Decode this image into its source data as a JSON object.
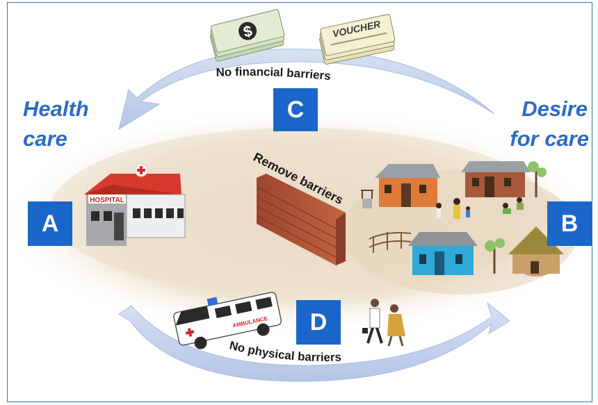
{
  "labels": {
    "health_care_line1": "Health",
    "health_care_line2": "care",
    "desire_line1": "Desire",
    "desire_line2": "for care"
  },
  "boxes": {
    "a": "A",
    "b": "B",
    "c": "C",
    "d": "D"
  },
  "arrows": {
    "top": "No financial barriers",
    "bottom": "No physical barriers"
  },
  "wall_text": "Remove barriers",
  "signs": {
    "hospital": "HOSPITAL",
    "voucher": "VOUCHER",
    "ambulance": "AMBULANCE",
    "dollar": "$"
  },
  "colors": {
    "label_text": "#2b6cc4",
    "box_fill": "#1b66c9",
    "arrow_fill": "#c6d3ee",
    "frame_border": "#2e75b6",
    "ground": "#eadcc6",
    "roof_red": "#d63a2c",
    "brick": "#b8573a"
  }
}
